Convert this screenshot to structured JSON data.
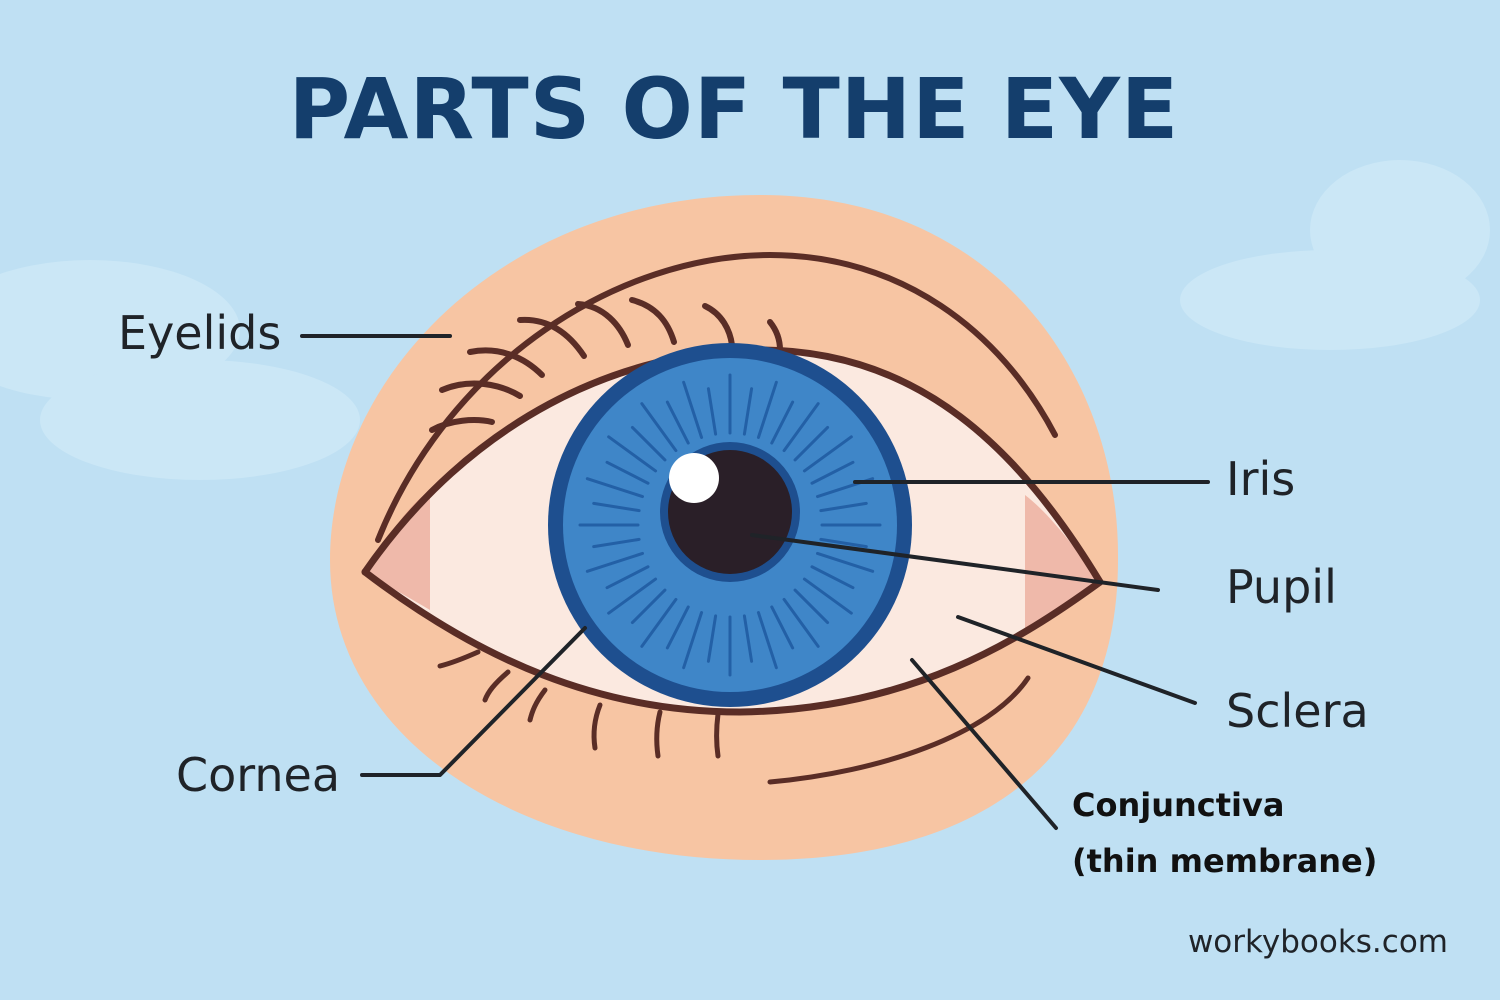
{
  "title": "PARTS OF THE EYE",
  "labels": {
    "eyelids": "Eyelids",
    "iris": "Iris",
    "pupil": "Pupil",
    "sclera": "Sclera",
    "cornea": "Cornea",
    "conjunctiva": "Conjunctiva",
    "conjunctiva_note": "(thin membrane)"
  },
  "credit": "workybooks.com",
  "colors": {
    "background": "#bfe0f3",
    "title": "#143e6c",
    "skin": "#f7c5a3",
    "outline": "#5a2d26",
    "sclera": "#fbe9e0",
    "iris_outer": "#1e4f8f",
    "iris": "#3f86c8",
    "pupil": "#2a1f28",
    "leader_line": "#1f2328"
  }
}
